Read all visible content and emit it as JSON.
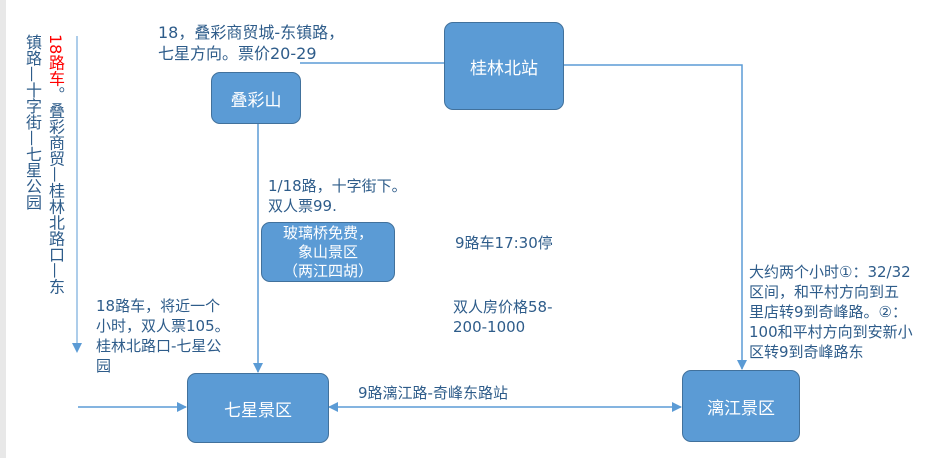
{
  "nodes": {
    "diecaishan": "叠彩山",
    "guilin_north": "桂林北站",
    "qixing": "七星景区",
    "lijiang": "漓江景区",
    "xiangshan": "玻璃桥免费，\n象山景区\n（两江四胡）"
  },
  "notes": {
    "top_route": "18，叠彩商贸城-东镇路，\n七星方向。票价20-29",
    "route_1_18": "1/18路，十字街下。\n双人票99.",
    "route_9_stop": "9路车17:30停",
    "hotel_price": "双人房价格58-\n200-1000",
    "route_18_left": "18路车，将近一个\n小时，双人票105。\n桂林北路口-七星公\n园",
    "route_9_bottom": "9路漓江路-奇峰东路站",
    "lijiang_route": "大约两个小时①：32/32\n区间，和平村方向到五\n里店转9到奇峰路。②：\n100和平村方向到安新小\n区转9到奇峰路东"
  },
  "vertical": {
    "col1": "镇路—十字街—七星公园",
    "col2_red": "18路车",
    "col2_rest": "。叠彩商贸—桂林北路口—东"
  },
  "colors": {
    "node_fill": "#5b9bd5",
    "node_border": "#41719c",
    "text": "#2e5c8a",
    "arrow": "#5b9bd5",
    "highlight": "#ff0000"
  }
}
